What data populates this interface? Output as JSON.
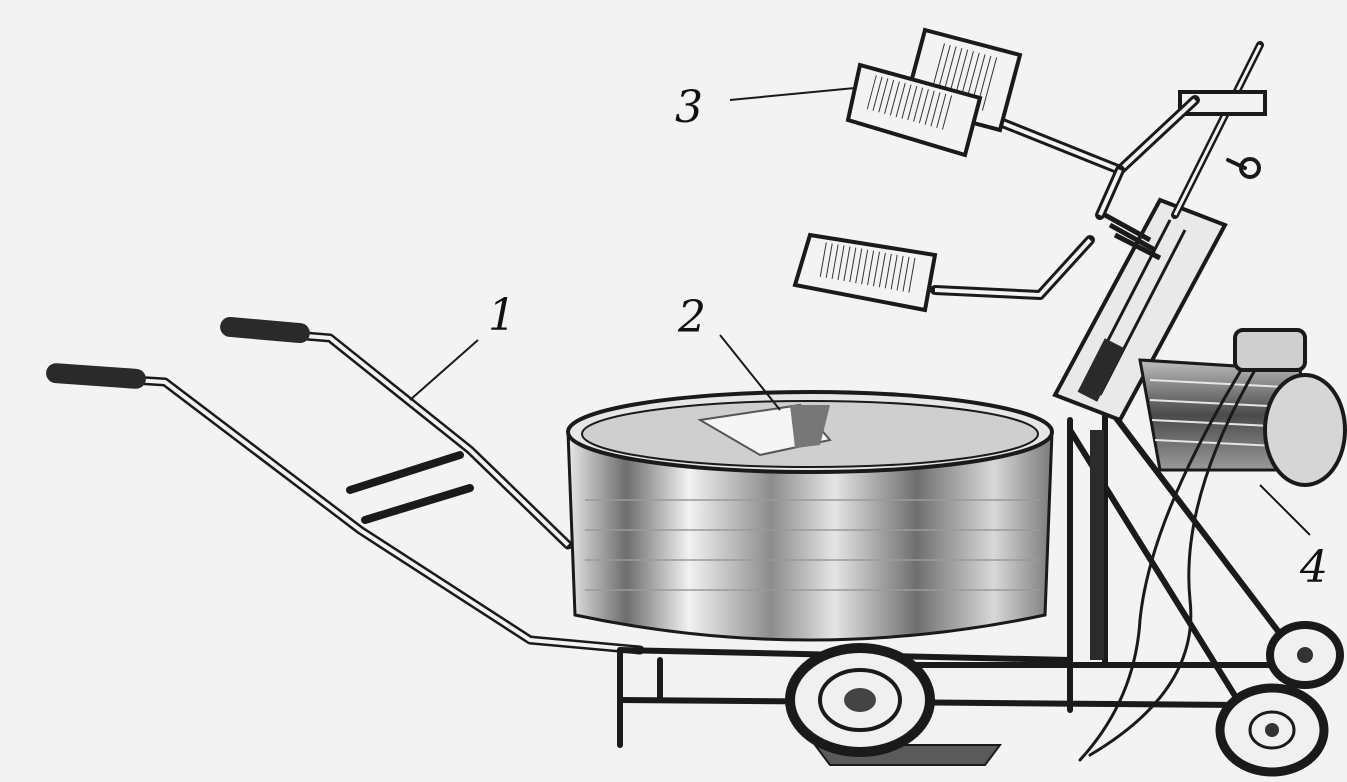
{
  "callouts": [
    {
      "id": "1",
      "label": "1"
    },
    {
      "id": "2",
      "label": "2"
    },
    {
      "id": "3",
      "label": "3"
    },
    {
      "id": "4",
      "label": "4"
    }
  ],
  "colors": {
    "ink": "#1a1a1a",
    "background": "#f3f3f3",
    "metal_shade": "#8a8a8a"
  }
}
